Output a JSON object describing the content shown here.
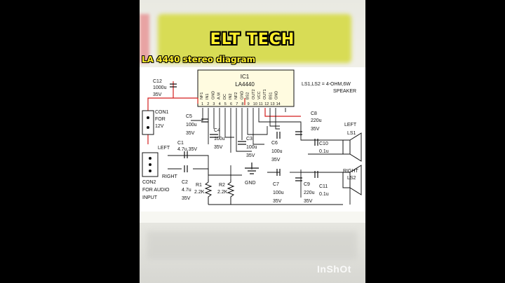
{
  "header": {
    "title": "ELT TECH",
    "subtitle": "LA 4440 stereo diagram"
  },
  "watermark": "InShOt",
  "schematic": {
    "ic_ref": "IC1",
    "ic_name": "LA4440",
    "pin_names": [
      "NF1",
      "IN1",
      "GND",
      "A.M",
      "DC",
      "IN2",
      "NF2",
      "GND",
      "BS2",
      "OUT2",
      "VCC",
      "OUT1",
      "BS1",
      "GND"
    ],
    "pin_numbers": [
      "1",
      "2",
      "3",
      "4",
      "5",
      "6",
      "7",
      "8",
      "9",
      "10",
      "11",
      "12",
      "13",
      "14"
    ],
    "speaker_note_line1": "LS1,LS2 = 4-OHM,6W",
    "speaker_note_line2": "SPEAKER",
    "c12": [
      "C12",
      "1000u",
      "35V"
    ],
    "con1": [
      "CON1",
      "FOR",
      "12V"
    ],
    "c5": [
      "C5",
      "100u",
      "35V"
    ],
    "c4": [
      "C4",
      "100u",
      "35V"
    ],
    "c3": [
      "C3",
      "100u",
      "35V"
    ],
    "c6": [
      "C6",
      "100u",
      "35V"
    ],
    "c8": [
      "C8",
      "220u",
      "35V"
    ],
    "c10": [
      "C10",
      "0.1u"
    ],
    "c1": [
      "C1",
      "4.7u,35V"
    ],
    "c2": [
      "C2",
      "4.7u",
      "35V"
    ],
    "c7": [
      "C7",
      "100u",
      "35V"
    ],
    "c9": [
      "C9",
      "220u",
      "35V"
    ],
    "c11": [
      "C11",
      "0.1u"
    ],
    "r1": [
      "R1",
      "2.2K"
    ],
    "r2": [
      "R2",
      "2.2K"
    ],
    "gnd": "GND",
    "left_label": "LEFT",
    "right_label": "RIGHT",
    "con2": [
      "CON2",
      "FOR AUDIO",
      "INPUT"
    ],
    "ls1": [
      "LEFT",
      "LS1"
    ],
    "ls2": [
      "RIGHT",
      "LS2"
    ]
  }
}
